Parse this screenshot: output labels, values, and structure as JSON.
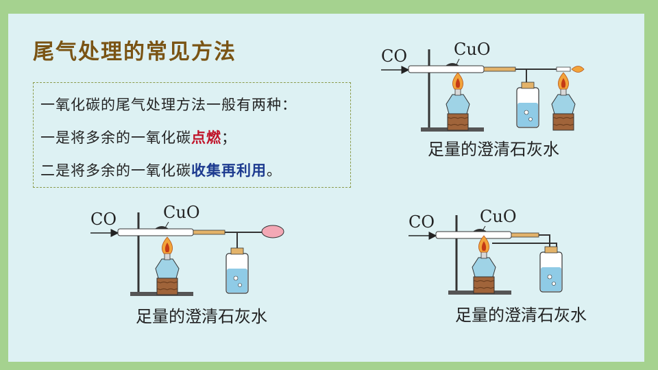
{
  "title": "尾气处理的常见方法",
  "text": {
    "line1": "一氧化碳的尾气处理方法一般有两种：",
    "line2_pre": "一是将多余的一氧化碳",
    "line2_em": "点燃",
    "line2_post": "；",
    "line3_pre": "二是将多余的一氧化碳",
    "line3_em": "收集再利用",
    "line3_post": "。"
  },
  "diagrams": {
    "top_right": {
      "gas": "CO",
      "reagent": "CuO",
      "caption": "足量的澄清石灰水"
    },
    "bottom_left": {
      "gas": "CO",
      "reagent": "CuO",
      "caption": "足量的澄清石灰水"
    },
    "bottom_right": {
      "gas": "CO",
      "reagent": "CuO",
      "caption": "足量的澄清石灰水"
    }
  },
  "colors": {
    "background": "#a5d28f",
    "panel": "#ddf1f3",
    "title": "#7a5414",
    "highlight_red": "#c0142a",
    "highlight_blue": "#1c3a8f"
  }
}
